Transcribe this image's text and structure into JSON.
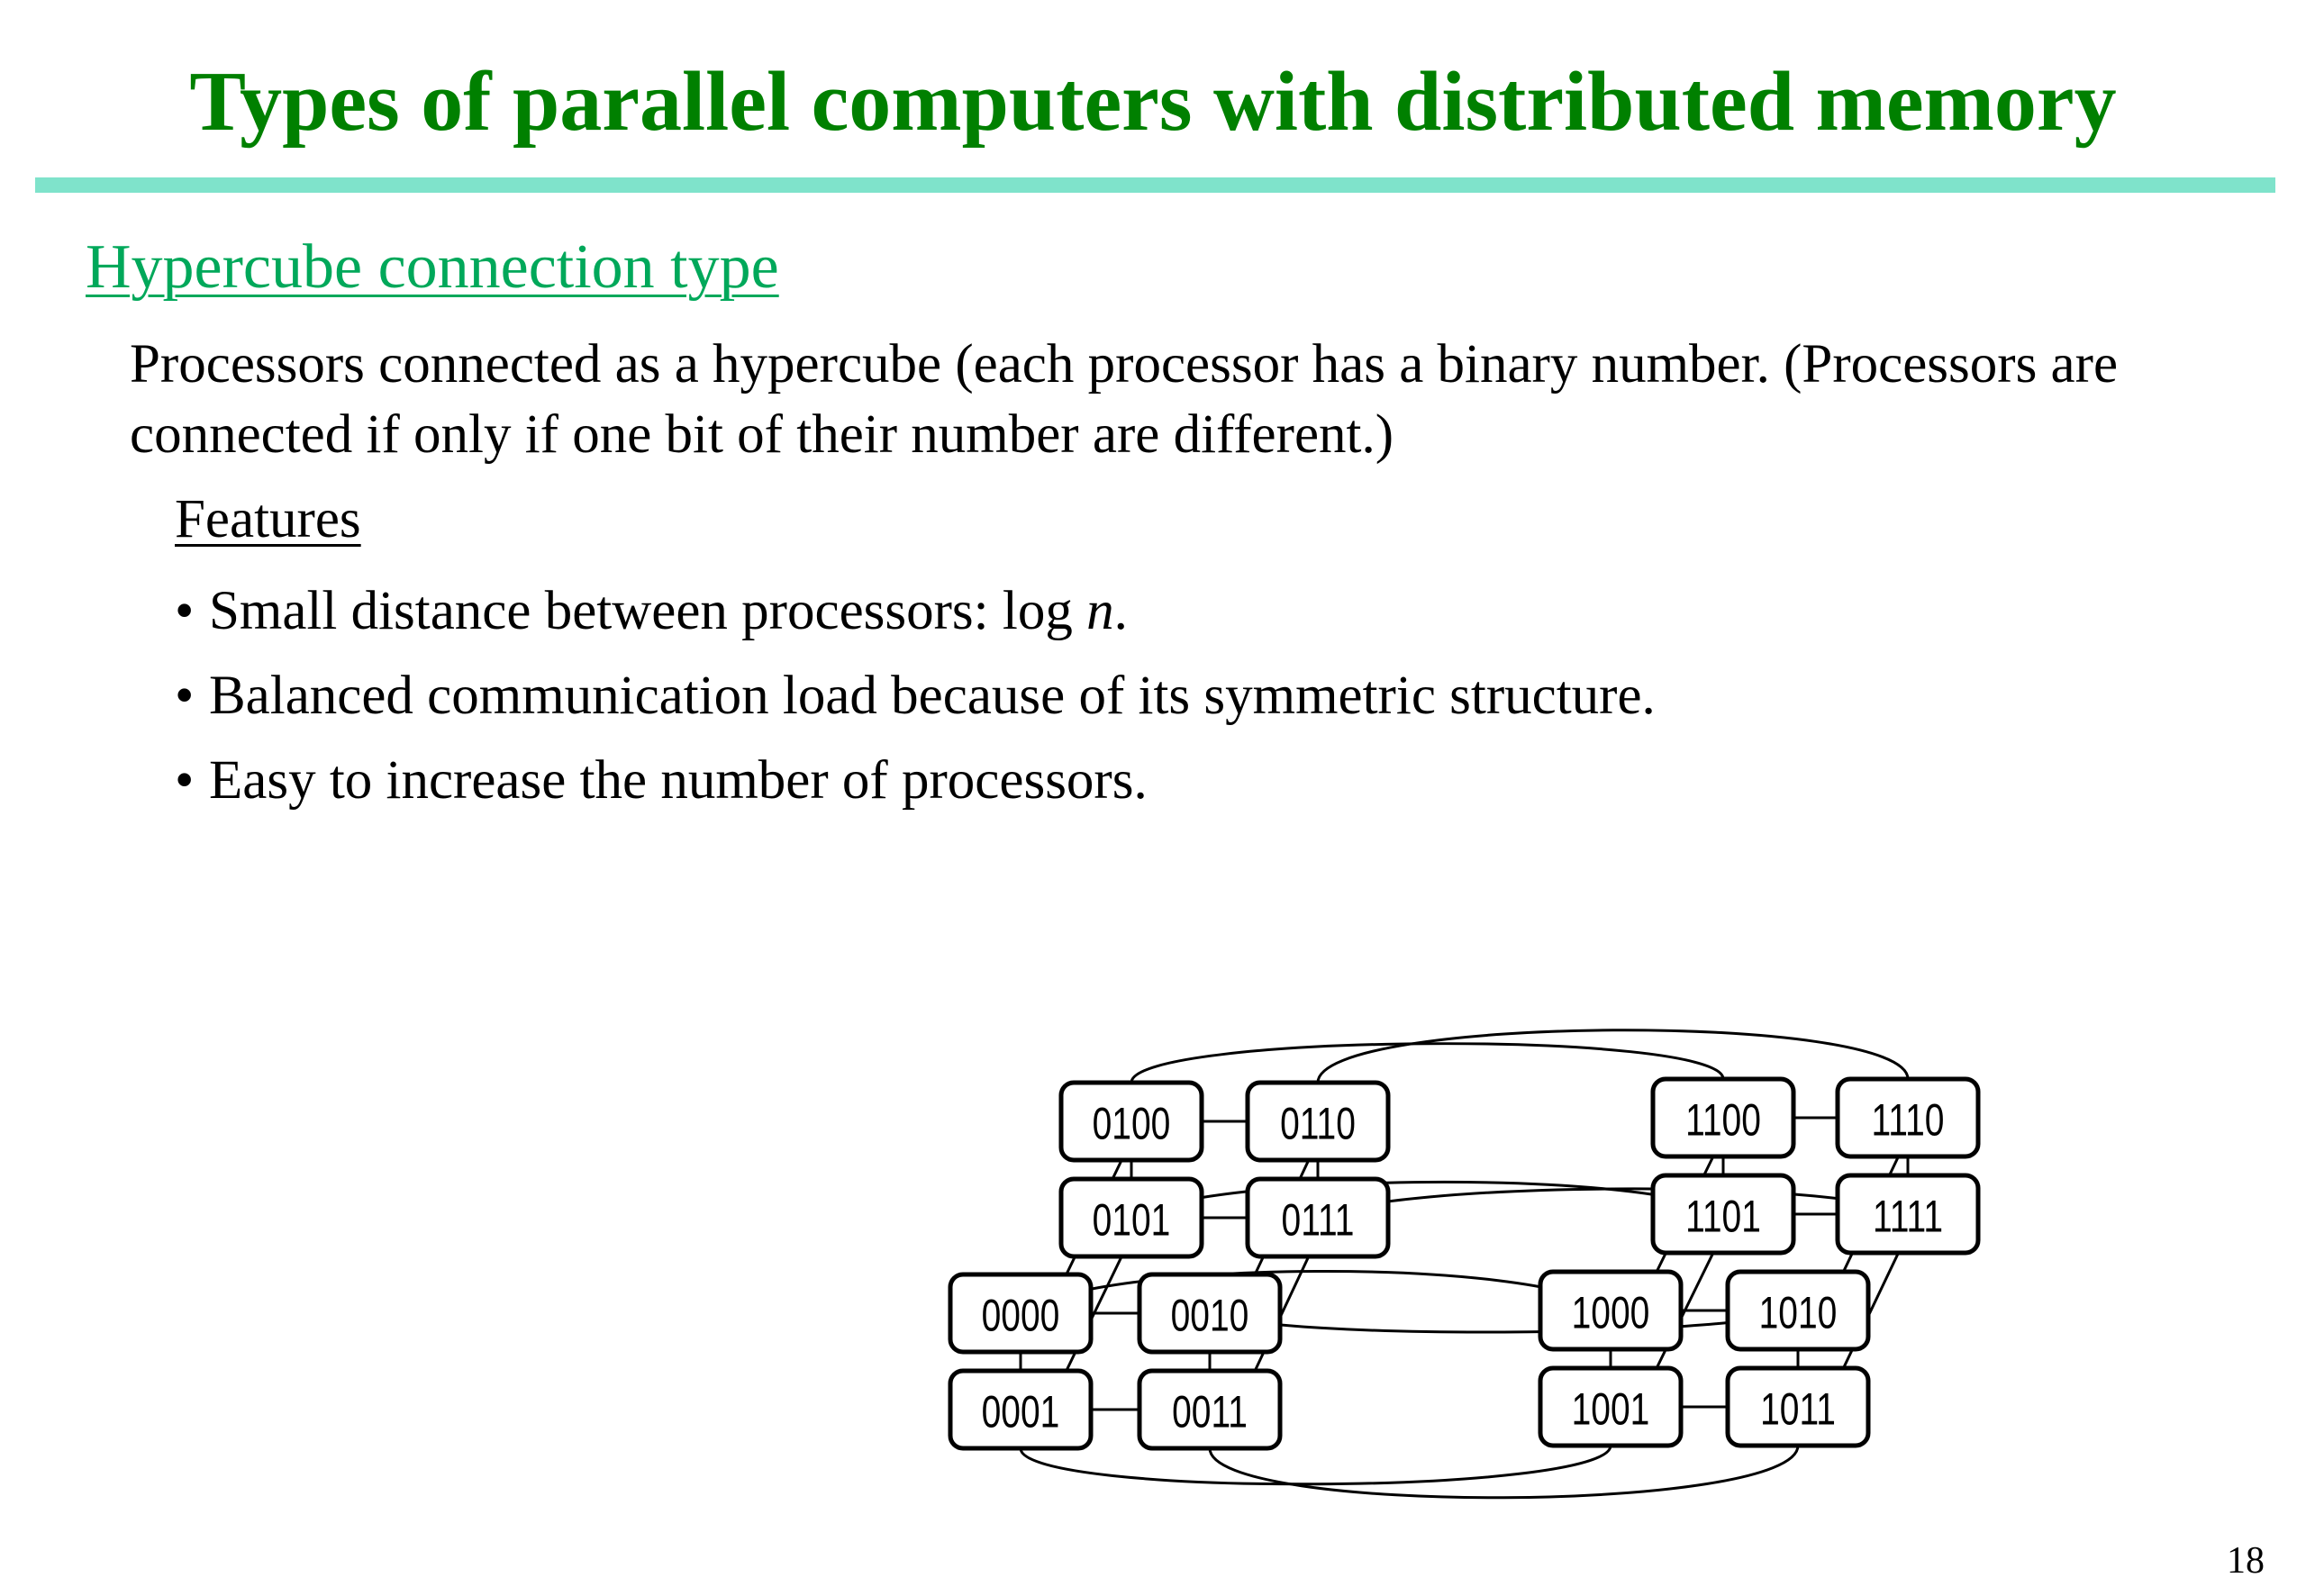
{
  "slide": {
    "title": "Types of parallel computers with distributed memory",
    "subtitle": "Hypercube connection type",
    "description": "Processors connected as a hypercube (each processor has a binary number. (Processors are connected if only if one bit of their number are different.)",
    "features_heading": "Features",
    "bullets": [
      {
        "text_before": "Small distance between processors: log ",
        "italic": "n",
        "text_after": "."
      },
      {
        "text_before": "Balanced communication load because of its symmetric structure.",
        "italic": "",
        "text_after": ""
      },
      {
        "text_before": "Easy to increase the number of processors.",
        "italic": "",
        "text_after": ""
      }
    ],
    "bullet_glyph": "•",
    "page_number": "18"
  },
  "diagram": {
    "nodes": [
      "0000",
      "0001",
      "0010",
      "0011",
      "0100",
      "0101",
      "0110",
      "0111",
      "1000",
      "1001",
      "1010",
      "1011",
      "1100",
      "1101",
      "1110",
      "1111"
    ]
  },
  "colors": {
    "title": "#008000",
    "subtitle": "#00a85a",
    "rule": "#7fe3cb"
  }
}
